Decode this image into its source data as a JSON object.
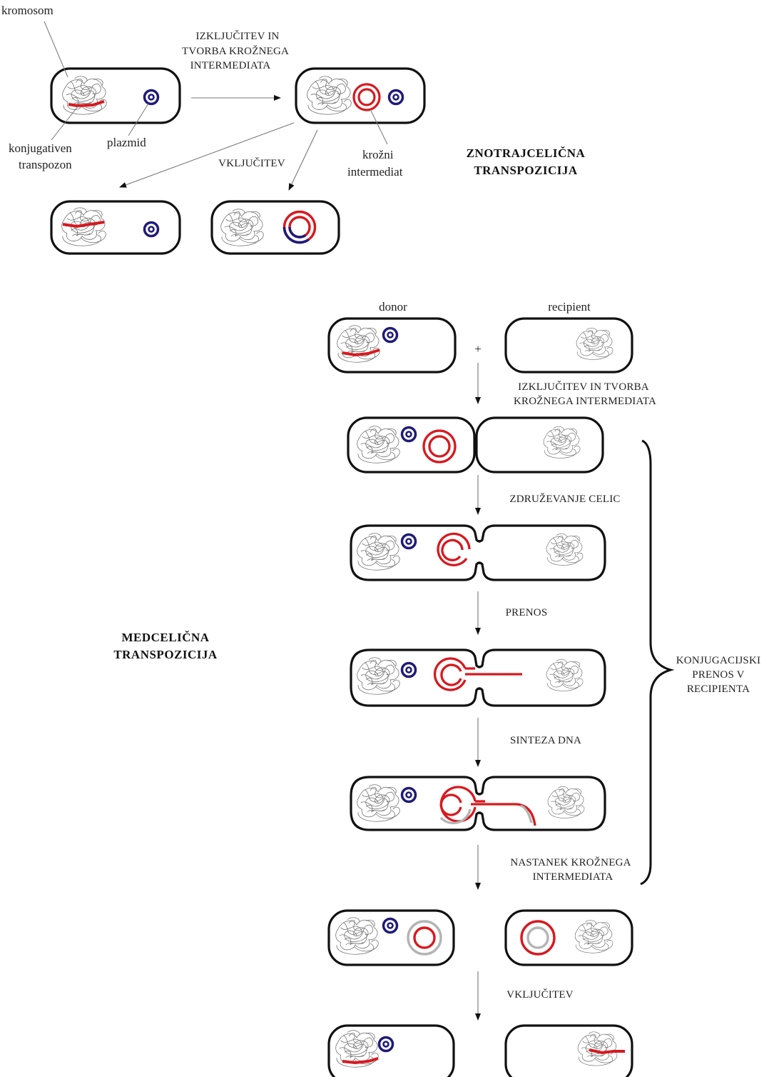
{
  "colors": {
    "transposon": "#d7191f",
    "plasmid": "#1f1a7a",
    "new_strand": "#b4b4b4",
    "chromosome": "#6e6e6e",
    "cell_outline": "#111111"
  },
  "labels": {
    "chromosome": "kromosom",
    "plasmid": "plazmid",
    "conjugative_transposon": [
      "konjugativen",
      "transpozon"
    ],
    "circular_intermediate": [
      "krožni",
      "intermediat"
    ],
    "donor": "donor",
    "recipient": "recipient",
    "plus": "+"
  },
  "headings": {
    "intracellular": [
      "ZNOTRAJCELIČNA",
      "TRANSPOZICIJA"
    ],
    "intercellular": [
      "MEDCELIČNA",
      "TRANSPOZICIJA"
    ]
  },
  "steps": {
    "excision_top": [
      "IZKLJUČITEV IN",
      "TVORBA KROŽNEGA",
      "INTERMEDIATA"
    ],
    "integration_top": "VKLJUČITEV",
    "excision": [
      "IZKLJUČITEV IN TVORBA",
      "KROŽNEGA INTERMEDIATA"
    ],
    "cell_fusion": "ZDRUŽEVANJE CELIC",
    "transfer": "PRENOS",
    "dna_synthesis": "SINTEZA DNA",
    "circle_formation": [
      "NASTANEK KROŽNEGA",
      "INTERMEDIATA"
    ],
    "integration": "VKLJUČITEV"
  },
  "bracket_label": [
    "KONJUGACIJSKI",
    "PRENOS V",
    "RECIPIENTA"
  ]
}
